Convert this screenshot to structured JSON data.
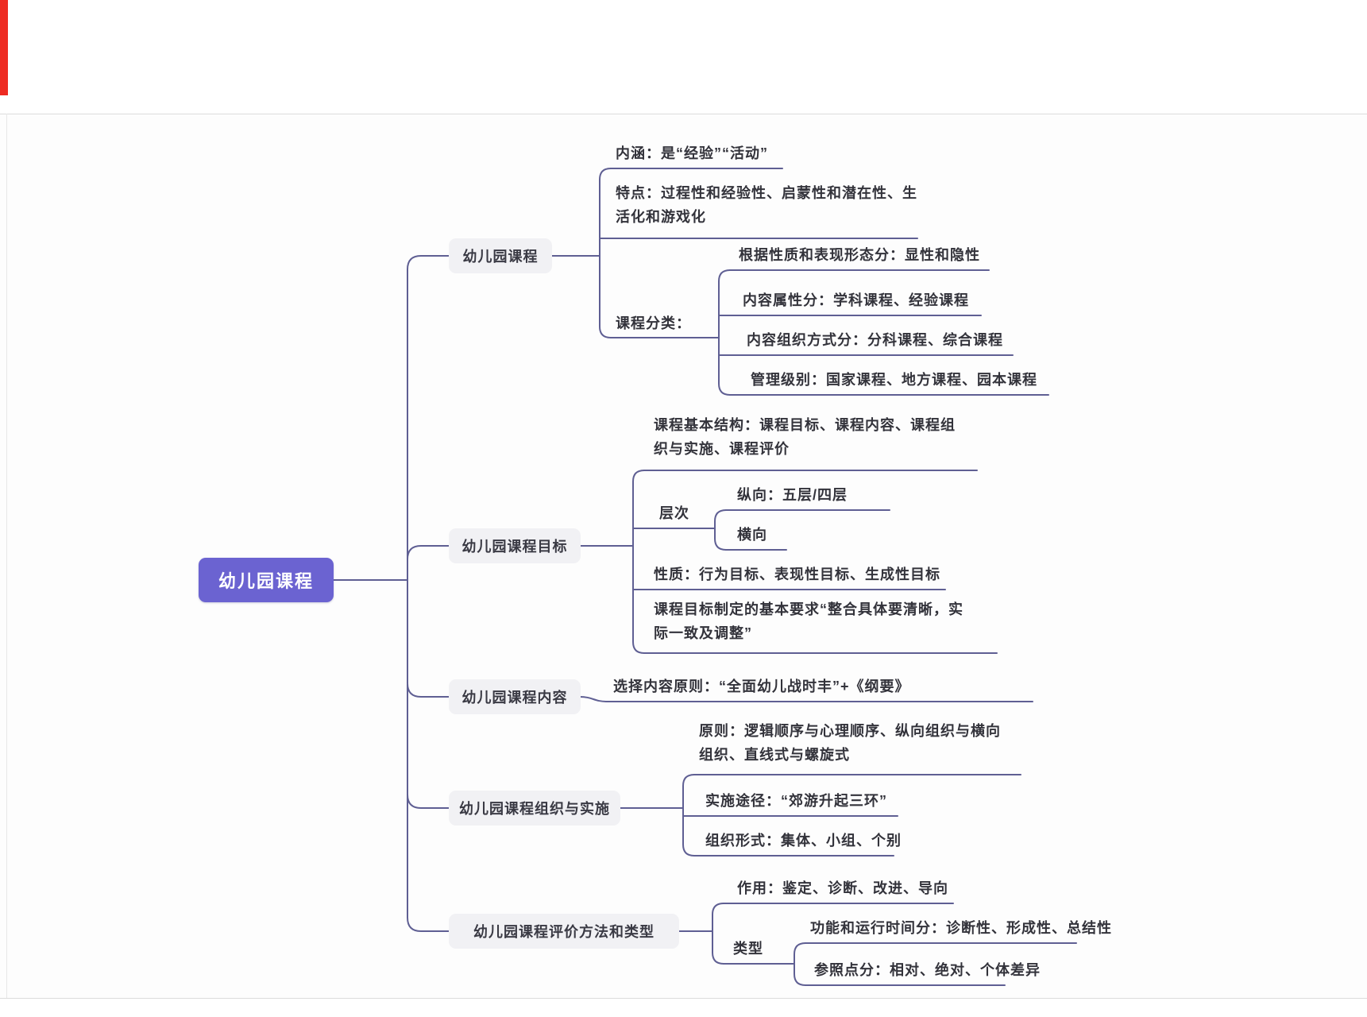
{
  "colors": {
    "root_bg": "#6B63D1",
    "node_bg": "#F1F1F4",
    "line": "#5F5F93",
    "text": "#33333B",
    "edge_marker_red": "#EE2B22"
  },
  "mindmap": {
    "root": {
      "label": "幼儿园课程"
    },
    "branches": [
      {
        "label": "幼儿园课程",
        "children": [
          {
            "label": "内涵：是“经验”“活动”"
          },
          {
            "label": "特点：过程性和经验性、启蒙性和潜在性、生活化和游戏化"
          },
          {
            "label": "课程分类：",
            "children": [
              {
                "label": "根据性质和表现形态分：显性和隐性"
              },
              {
                "label": "内容属性分：学科课程、经验课程"
              },
              {
                "label": "内容组织方式分：分科课程、综合课程"
              },
              {
                "label": "管理级别：国家课程、地方课程、园本课程"
              }
            ]
          }
        ]
      },
      {
        "label": "幼儿园课程目标",
        "children": [
          {
            "label": "课程基本结构：课程目标、课程内容、课程组织与实施、课程评价"
          },
          {
            "label": "层次",
            "children": [
              {
                "label": "纵向：五层/四层"
              },
              {
                "label": "横向"
              }
            ]
          },
          {
            "label": "性质：行为目标、表现性目标、生成性目标"
          },
          {
            "label": "课程目标制定的基本要求“整合具体要清晰，实际一致及调整”"
          }
        ]
      },
      {
        "label": "幼儿园课程内容",
        "children": [
          {
            "label": "选择内容原则：“全面幼儿战时丰”+《纲要》"
          }
        ]
      },
      {
        "label": "幼儿园课程组织与实施",
        "children": [
          {
            "label": "原则：逻辑顺序与心理顺序、纵向组织与横向组织、直线式与螺旋式"
          },
          {
            "label": "实施途径：“郊游升起三环”"
          },
          {
            "label": "组织形式：集体、小组、个别"
          }
        ]
      },
      {
        "label": "幼儿园课程评价方法和类型",
        "children": [
          {
            "label": "作用：鉴定、诊断、改进、导向"
          },
          {
            "label": "类型",
            "children": [
              {
                "label": "功能和运行时间分：诊断性、形成性、总结性"
              },
              {
                "label": "参照点分：相对、绝对、个体差异"
              }
            ]
          }
        ]
      }
    ]
  }
}
